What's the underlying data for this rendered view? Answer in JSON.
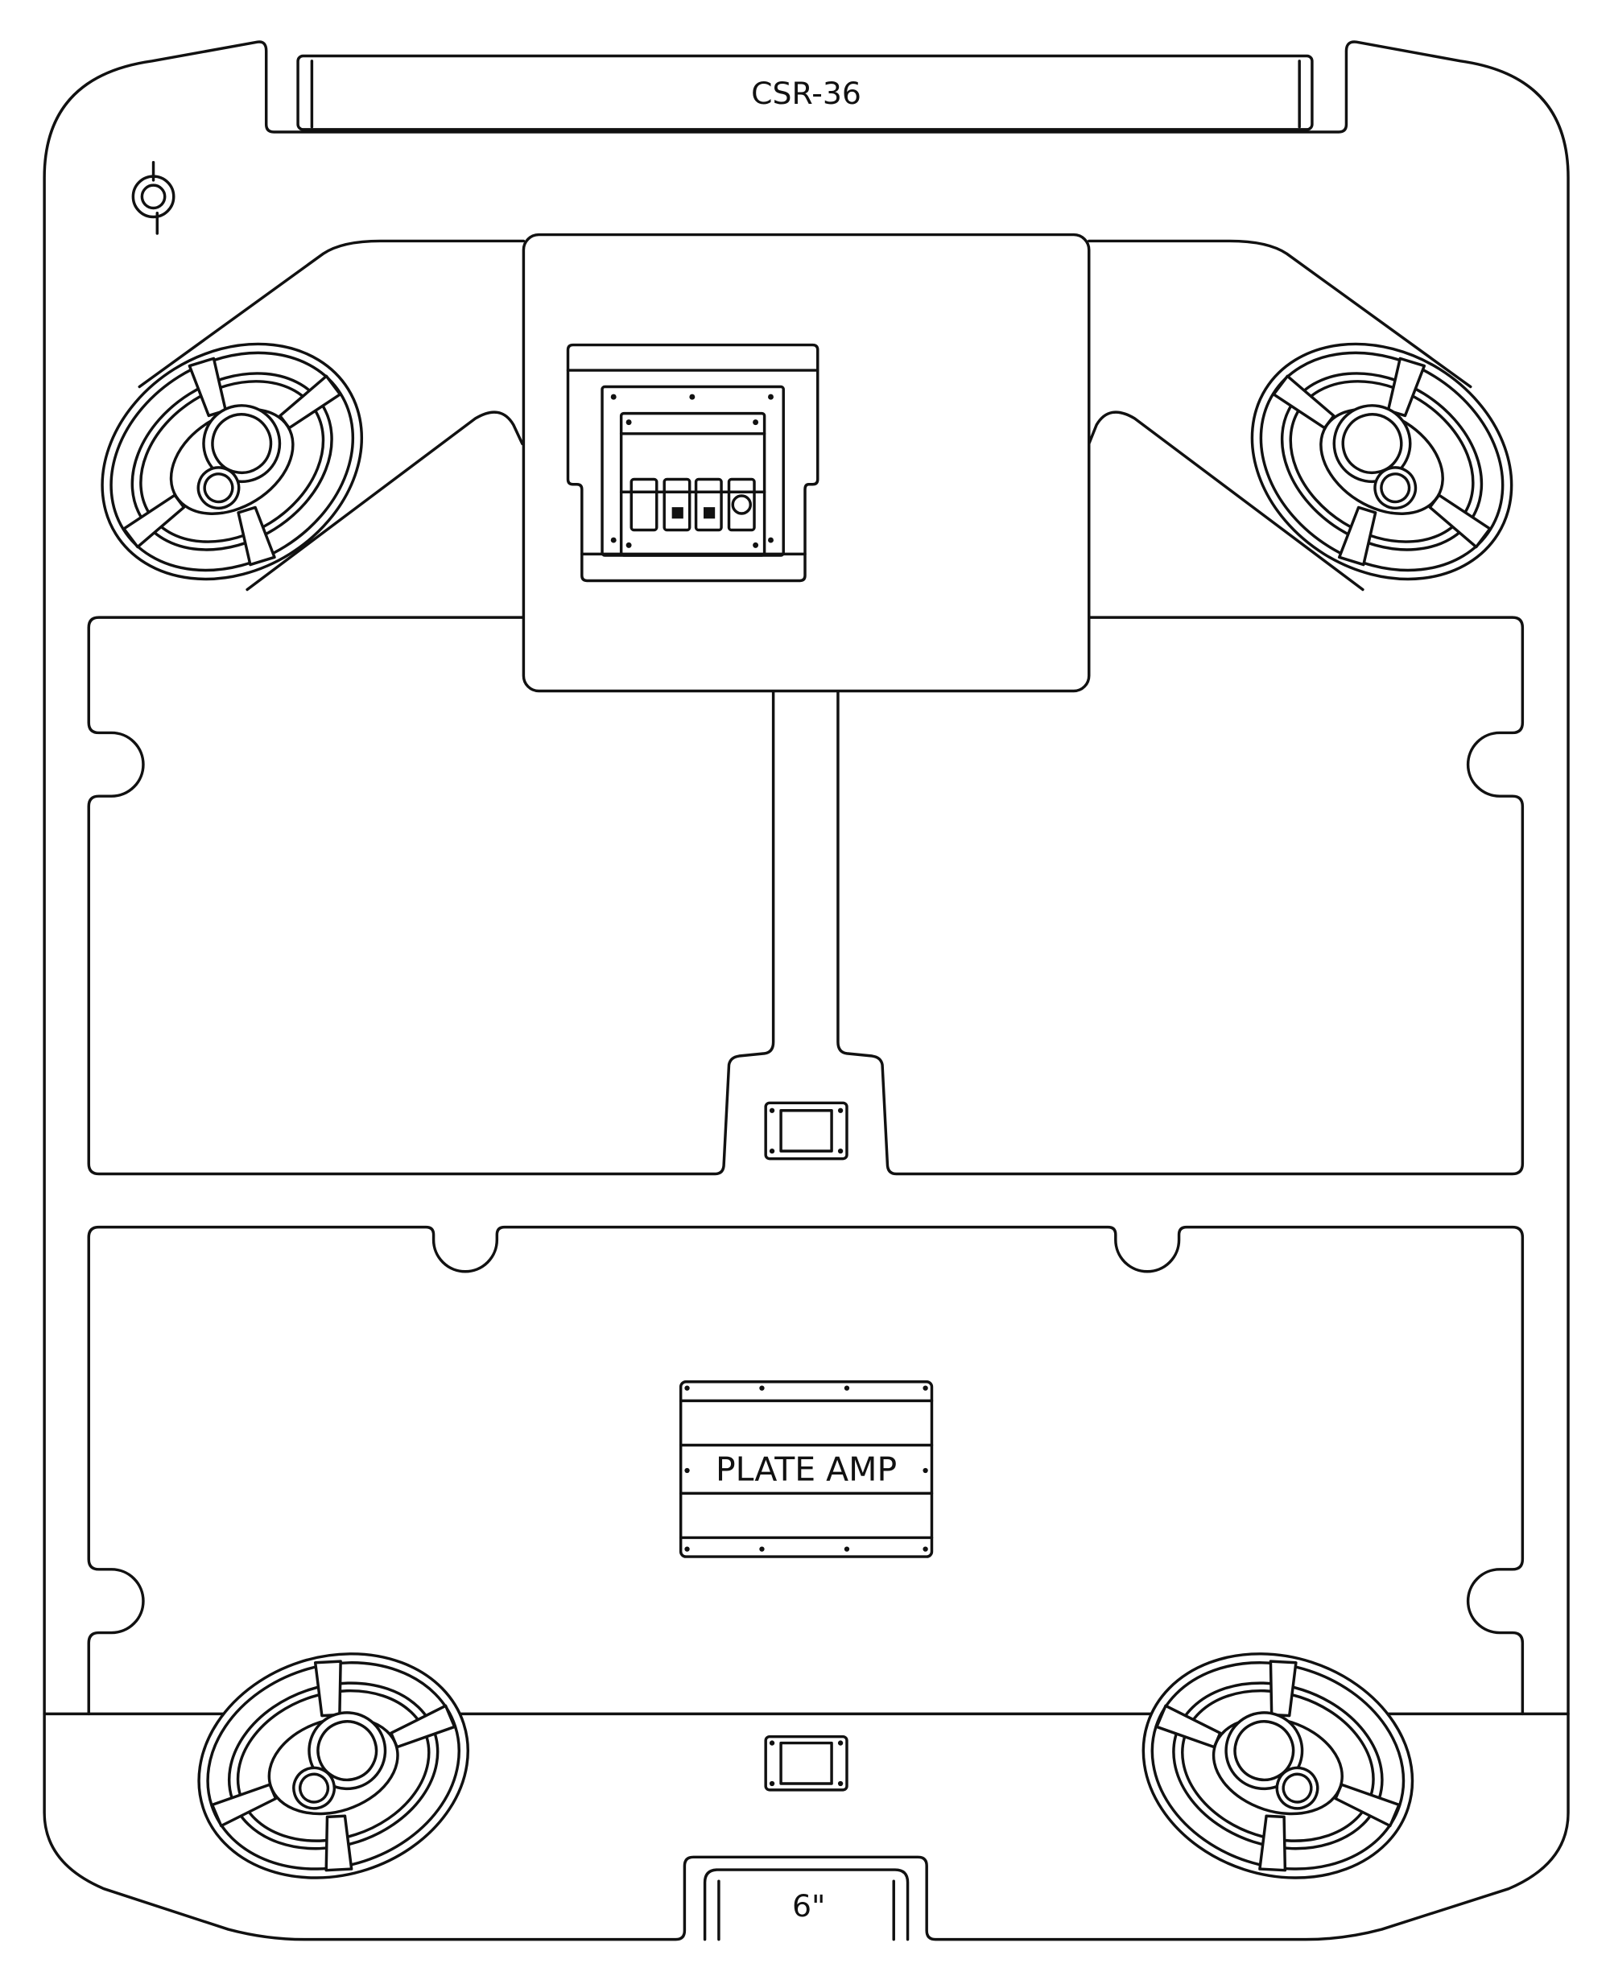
{
  "title": "CSR-36",
  "amp_label": "PLATE AMP",
  "port_label": "6\"",
  "colors": {
    "stroke": "#111111",
    "background": "#ffffff"
  }
}
